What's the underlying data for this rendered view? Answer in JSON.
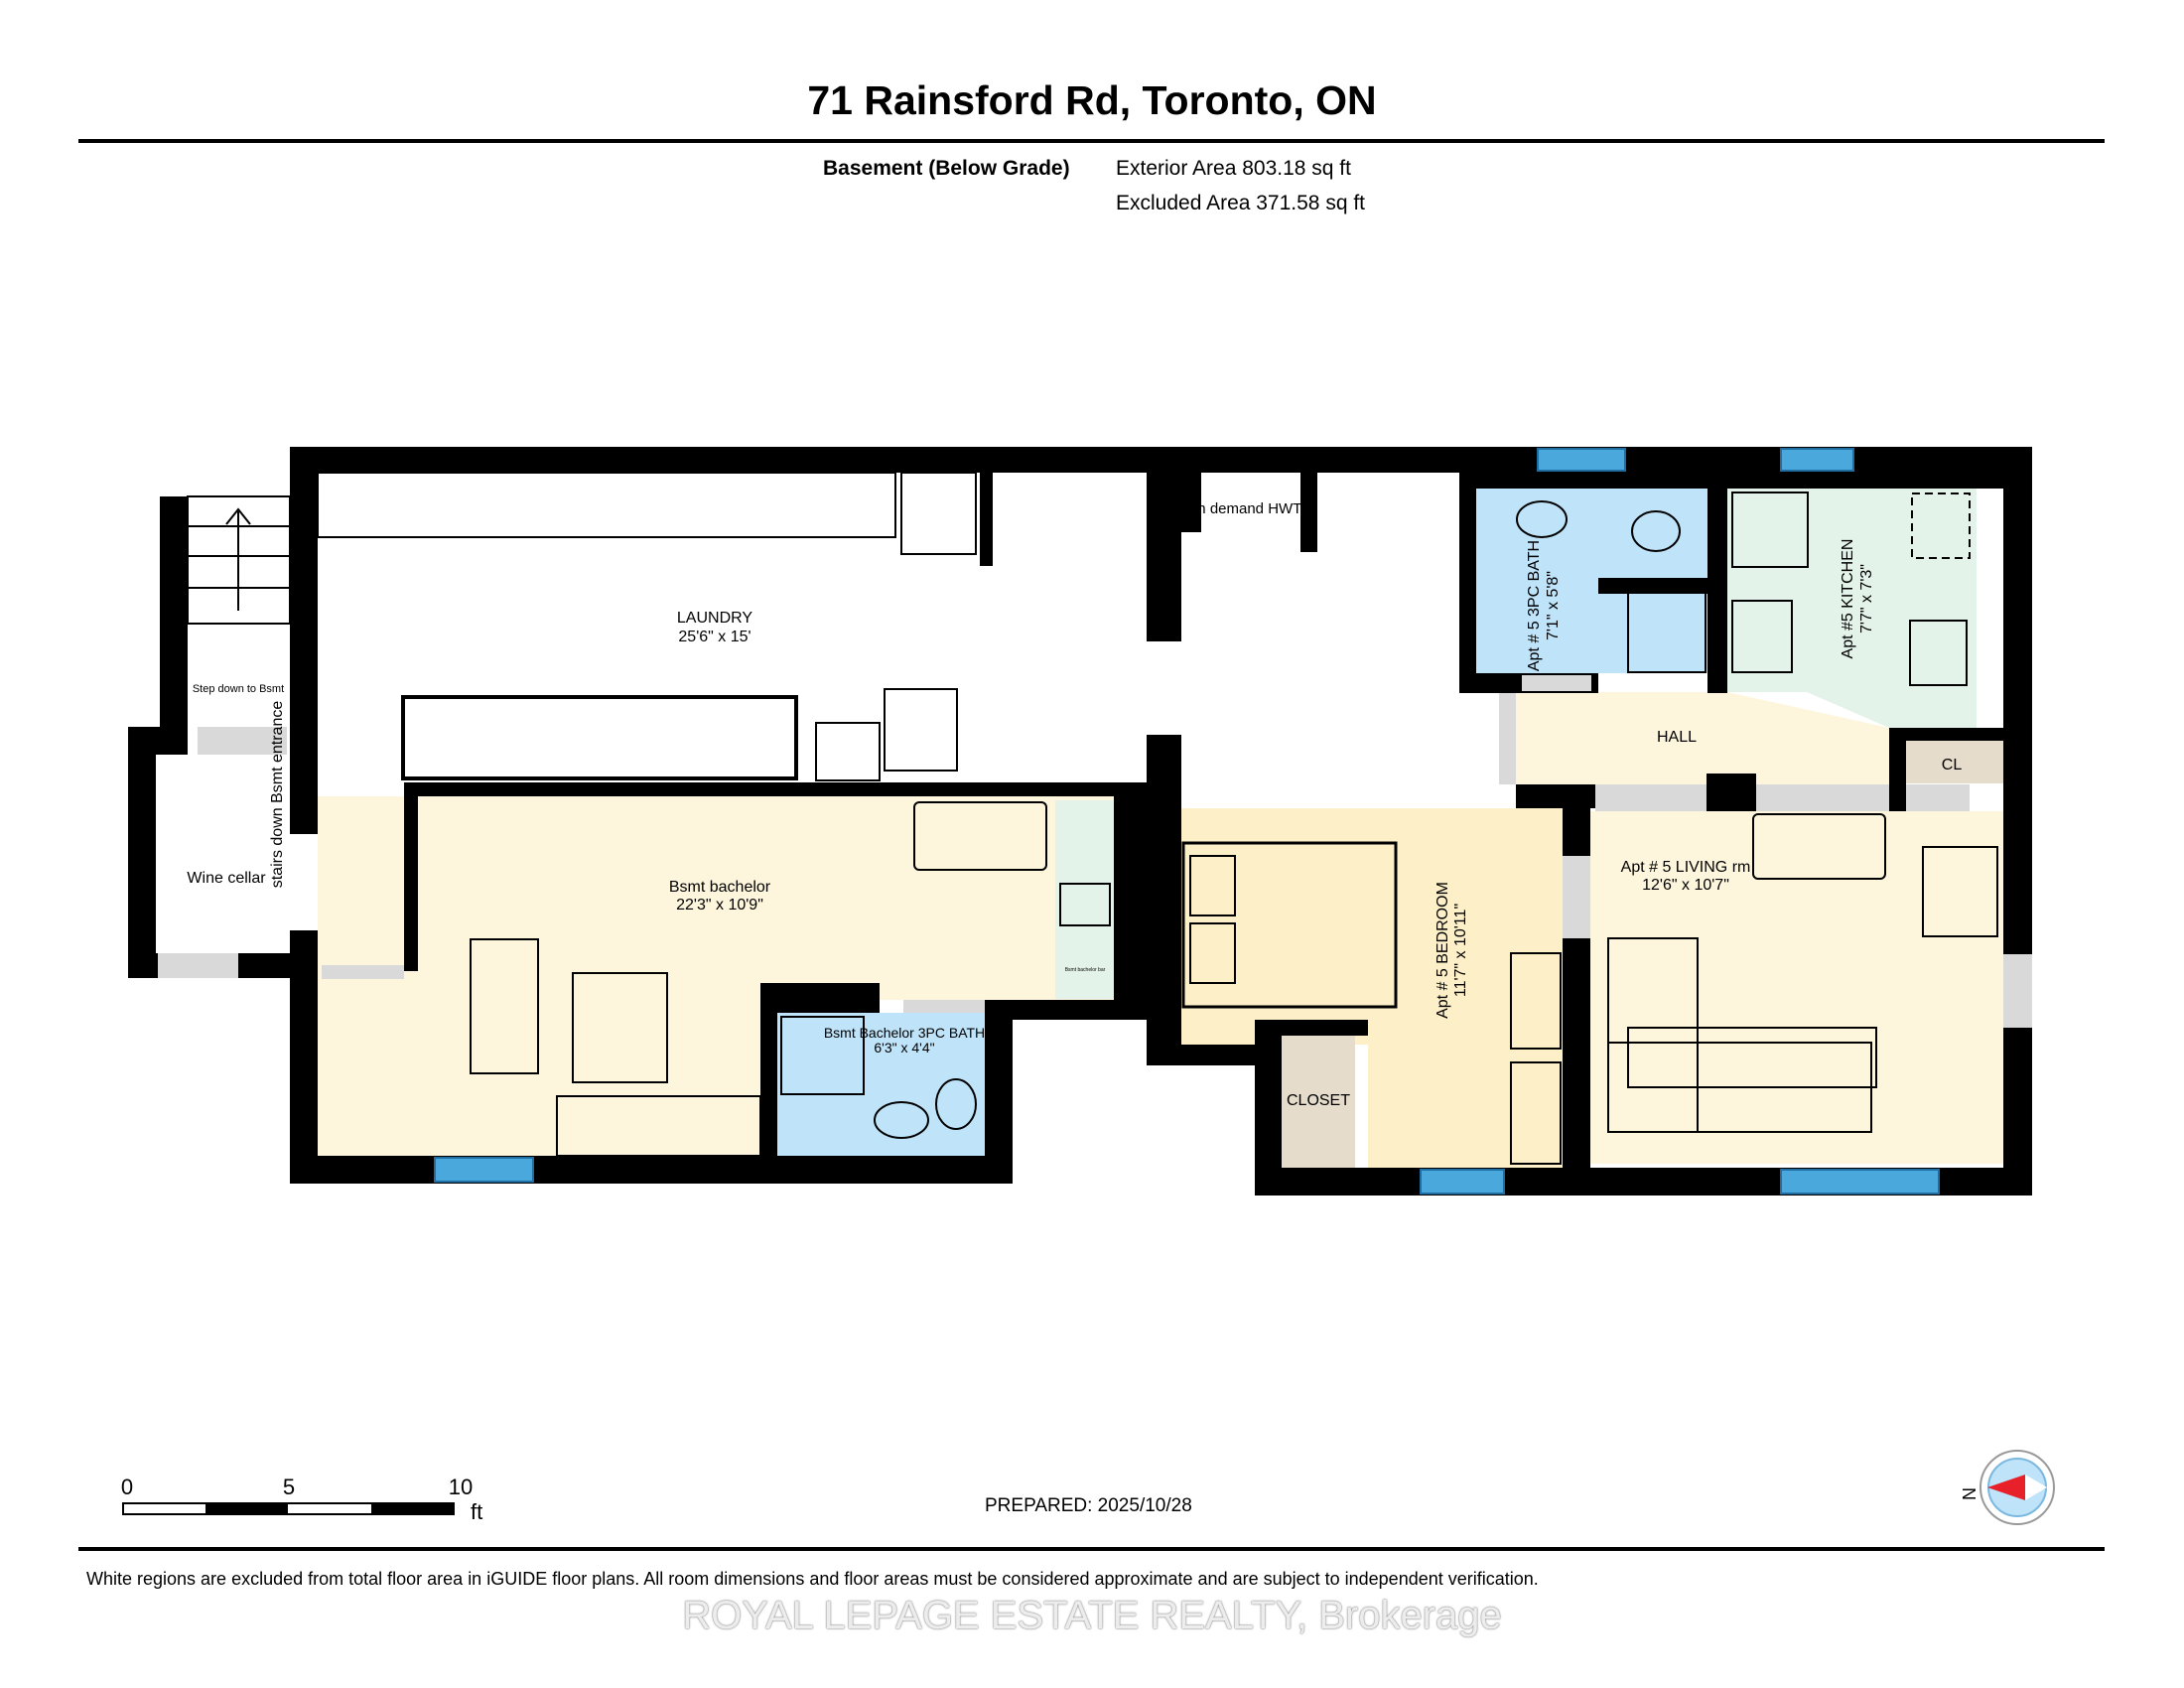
{
  "title": "71 Rainsford Rd, Toronto, ON",
  "floor": {
    "name": "Basement (Below Grade)",
    "exterior_area": "Exterior Area 803.18 sq ft",
    "excluded_area": "Excluded Area 371.58 sq ft"
  },
  "rooms": {
    "laundry": {
      "name": "LAUNDRY",
      "dims": "25'6\" x 15'"
    },
    "hwt": {
      "name": "On demand HWT"
    },
    "apt5_bath": {
      "name": "Apt # 5 3PC BATH",
      "dims": "7'1\" x 5'8\""
    },
    "apt5_kitchen": {
      "name": "Apt #5 KITCHEN",
      "dims": "7'7\" x 7'3\""
    },
    "hall": {
      "name": "HALL"
    },
    "cl": {
      "name": "CL"
    },
    "apt5_living": {
      "name": "Apt # 5 LIVING rm",
      "dims": "12'6\" x 10'7\""
    },
    "apt5_bedroom": {
      "name": "Apt # 5 BEDROOM",
      "dims": "11'7\" x 10'11\""
    },
    "closet": {
      "name": "CLOSET"
    },
    "bsmt_bachelor": {
      "name": "Bsmt bachelor",
      "dims": "22'3\" x 10'9\""
    },
    "bsmt_bath": {
      "name": "Bsmt Bachelor 3PC BATH",
      "dims": "6'3\" x 4'4\""
    },
    "wine_cellar": {
      "name": "Wine cellar"
    },
    "stairs": {
      "name": "stairs down Bsmt entrance"
    },
    "step_down": {
      "name": "Step down to Bsmt"
    },
    "bar": {
      "name": "Bsmt bachelor bar"
    }
  },
  "colors": {
    "wall": "#000000",
    "window": "#4aa8dc",
    "bath": "#bfe3f9",
    "kitchen": "#e4f3ea",
    "bedroom": "#fdf0c8",
    "living": "#fdf6dd",
    "closet": "#e6dccb"
  },
  "scale_bar": {
    "ticks": [
      "0",
      "5",
      "10"
    ],
    "unit": "ft"
  },
  "compass": {
    "label": "N",
    "icon": "compass-icon"
  },
  "prepared": "PREPARED: 2025/10/28",
  "disclaimer": "White regions are excluded from total floor area in iGUIDE floor plans. All room dimensions and floor areas must be considered approximate and are subject to independent verification.",
  "watermark": "ROYAL LEPAGE ESTATE REALTY, Brokerage"
}
